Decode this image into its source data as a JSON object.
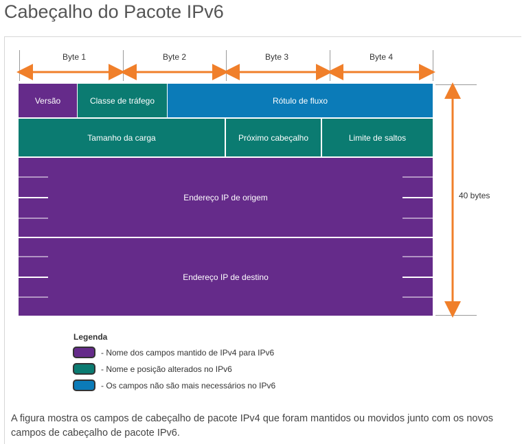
{
  "title": "Cabeçalho do Pacote IPv6",
  "bytes": [
    "Byte 1",
    "Byte 2",
    "Byte 3",
    "Byte 4"
  ],
  "fields": {
    "version": "Versão",
    "traffic_class": "Classe de tráfego",
    "flow_label": "Rótulo de fluxo",
    "payload_length": "Tamanho da carga",
    "next_header": "Próximo cabeçalho",
    "hop_limit": "Limite de saltos",
    "source_address": "Endereço IP de origem",
    "destination_address": "Endereço IP de destino"
  },
  "header_size": "40 bytes",
  "legend": {
    "title": "Legenda",
    "items": [
      {
        "text": "- Nome dos campos mantido de IPv4 para IPv6",
        "color": "#652b8a"
      },
      {
        "text": "- Nome e posição alterados no IPv6",
        "color": "#0b7b71"
      },
      {
        "text": "- Os campos não são mais necessários no IPv6",
        "color": "#0b7bb8"
      }
    ]
  },
  "caption": "A figura mostra os campos de cabeçalho de pacote IPv4 que foram mantidos ou movidos junto com os novos campos de cabeçalho de pacote IPv6.",
  "colors": {
    "arrow": "#f07f2a",
    "purple": "#652b8a",
    "teal": "#0b7b71",
    "blue": "#0b7bb8"
  }
}
